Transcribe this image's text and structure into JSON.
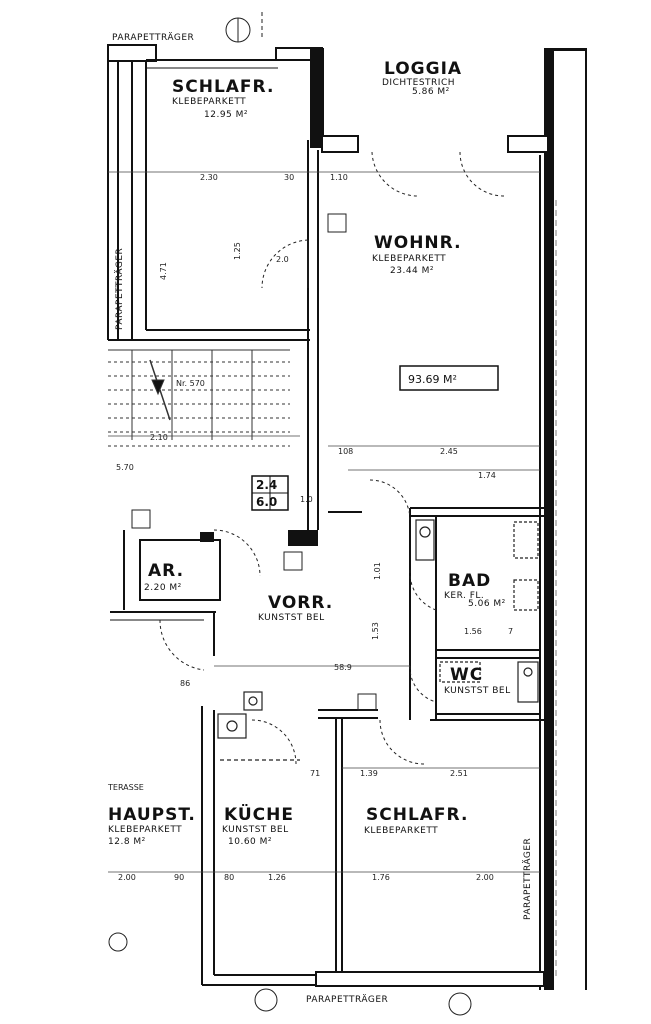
{
  "rooms": {
    "schlafr_top": {
      "name": "SCHLAFR.",
      "floor": "KLEBEPARKETT",
      "area": "12.95 M²"
    },
    "loggia": {
      "name": "LOGGIA",
      "floor": "DICHTESTRICH",
      "area": "5.86 M²"
    },
    "wohnr": {
      "name": "WOHNR.",
      "floor": "KLEBEPARKETT",
      "area": "23.44 M²"
    },
    "vorr": {
      "name": "VORR.",
      "floor": "KUNSTST BEL"
    },
    "bad": {
      "name": "BAD",
      "floor": "KER. FL.",
      "area": "5.06 M²"
    },
    "wc": {
      "name": "WC",
      "floor": "KUNSTST BEL"
    },
    "kuche": {
      "name": "KÜCHE",
      "floor": "KUNSTST BEL",
      "area": "10.60 M²"
    },
    "schlafr_bottom": {
      "name": "SCHLAFR.",
      "floor": "KLEBEPARKETT"
    },
    "abstellraum": {
      "name": "AR.",
      "area": "2.20 M²"
    },
    "hauptraum_left": {
      "name": "HAUPST.",
      "floor": "KLEBEPARKETT",
      "area": "12.8 M²"
    }
  },
  "total_area": "93.69 M²",
  "annotations": {
    "parapet_top": "PARAPETTRÄGER",
    "parapet_left": "PARAPETTRÄGER",
    "parapet_right": "PARAPETTRÄGER",
    "parapet_bottom": "PARAPETTRÄGER",
    "stair_note": "Nr. 570",
    "terrace": "TERASSE"
  },
  "dimensions": {
    "d1": "2.30",
    "d2": "30",
    "d3": "1.10",
    "d4": "1.25",
    "d5": "4.71",
    "d6": "2.0",
    "d7": "108",
    "d8": "2.45",
    "d9": "1.74",
    "d10": "1.56",
    "d11": "7",
    "d12": "1.01",
    "d13": "1.53",
    "d14": "58.9",
    "d15": "1.39",
    "d16": "2.51",
    "d17": "1.76",
    "d18": "2.00",
    "d19": "1.26",
    "d20": "80",
    "d21": "2.00",
    "d22": "90",
    "d23": "2.10",
    "d24": "5.70",
    "d25": "1.0",
    "d26": "86",
    "d27": "71",
    "grid_a": "2.4",
    "grid_b": "6.0"
  }
}
